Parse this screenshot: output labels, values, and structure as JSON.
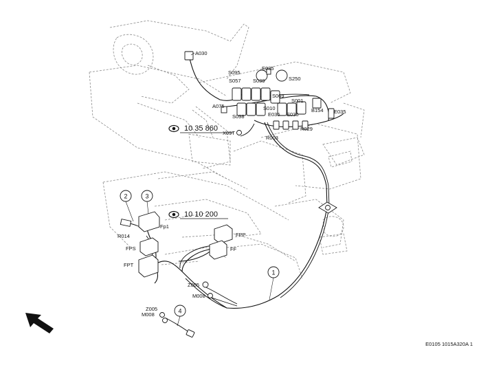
{
  "labels": {
    "A030": "A030",
    "S095": "S095",
    "E035_top": "E035",
    "S057": "S057",
    "S039": "S039",
    "S250": "S250",
    "S069": "S069",
    "S001": "S001",
    "B154": "B154",
    "E035_right": "E035",
    "A075": "A075",
    "S010": "S010",
    "E035_mid": "E035",
    "E036": "E036",
    "S098": "S098",
    "X09T": "X09T",
    "R029": "R029",
    "R003": "R003",
    "Fp1": "Fp1",
    "R014": "R014",
    "FPS": "FPS",
    "FPT": "FPT",
    "FPP": "FPP",
    "FF": "FF",
    "Z005_a": "Z005",
    "M008_a": "M008",
    "Z005_b": "Z005",
    "M008_b": "M008"
  },
  "view_refs": {
    "top": "10 35 860",
    "mid": "10 10 200"
  },
  "callouts": [
    "1",
    "2",
    "3",
    "4"
  ],
  "figure_code": "E0105 1015A320A 1",
  "icons": {
    "view": "eye-icon",
    "direction": "direction-arrow-icon"
  }
}
